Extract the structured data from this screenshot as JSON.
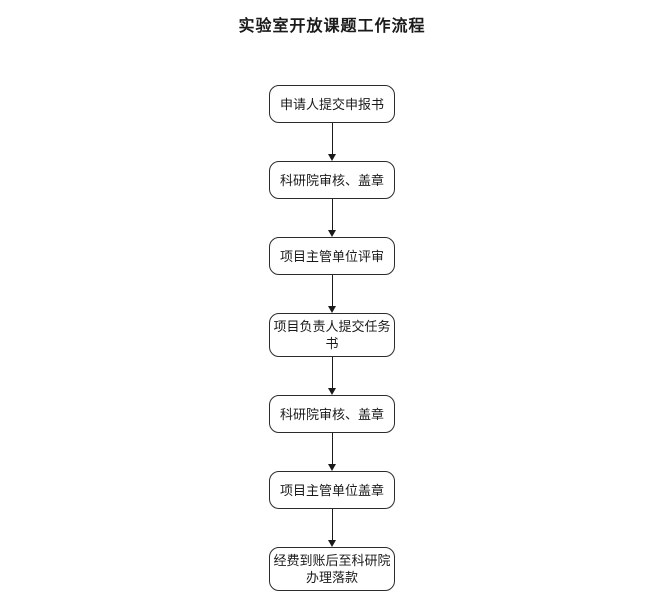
{
  "page": {
    "title": "实验室开放课题工作流程",
    "background_color": "#ffffff",
    "text_color": "#1a1a1a",
    "node_border_color": "#2b2b2b",
    "arrow_color": "#1a1a1a"
  },
  "flowchart": {
    "type": "flowchart",
    "direction": "top-to-bottom",
    "node_shape": "rounded-rectangle",
    "steps": [
      {
        "label": "申请人提交申报书"
      },
      {
        "label": "科研院审核、盖章"
      },
      {
        "label": "项目主管单位评审"
      },
      {
        "label": "项目负责人提交任务\n书"
      },
      {
        "label": "科研院审核、盖章"
      },
      {
        "label": "项目主管单位盖章"
      },
      {
        "label": "经费到账后至科研院\n办理落款"
      }
    ]
  }
}
